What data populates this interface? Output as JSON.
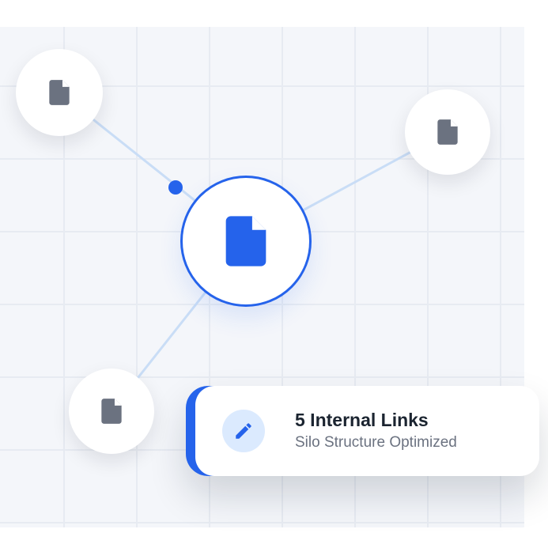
{
  "canvas": {
    "background_color": "#f4f6fa",
    "grid_line_color": "#e7ebf2"
  },
  "graph": {
    "link_color": "#c9ddf6",
    "link_dot_color": "#2563eb",
    "center_node": {
      "icon": "document-icon",
      "icon_color": "#2563eb",
      "border_color": "#2563eb"
    },
    "satellite_nodes": [
      {
        "id": "top-left",
        "icon": "document-icon",
        "icon_color": "#6b7280"
      },
      {
        "id": "top-right",
        "icon": "document-icon",
        "icon_color": "#6b7280"
      },
      {
        "id": "bottom-left",
        "icon": "document-icon",
        "icon_color": "#6b7280"
      }
    ]
  },
  "card": {
    "icon": "pencil-icon",
    "icon_color": "#2563eb",
    "icon_background": "#dbeafe",
    "accent_color": "#2563eb",
    "title": "5 Internal Links",
    "subtitle": "Silo Structure Optimized"
  }
}
